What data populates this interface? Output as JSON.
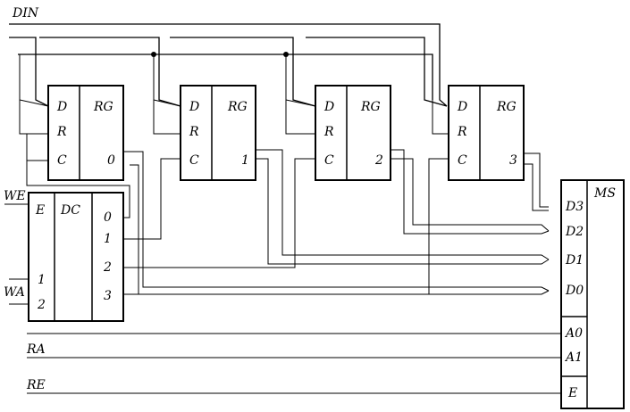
{
  "inputs": {
    "din": "DIN",
    "we": "WE",
    "wa": "WA",
    "ra": "RA",
    "re": "RE"
  },
  "registers": [
    {
      "pins": [
        "D",
        "R",
        "C"
      ],
      "name": "RG",
      "index": "0"
    },
    {
      "pins": [
        "D",
        "R",
        "C"
      ],
      "name": "RG",
      "index": "1"
    },
    {
      "pins": [
        "D",
        "R",
        "C"
      ],
      "name": "RG",
      "index": "2"
    },
    {
      "pins": [
        "D",
        "R",
        "C"
      ],
      "name": "RG",
      "index": "3"
    }
  ],
  "decoder": {
    "enable": "E",
    "name": "DC",
    "address_pins": [
      "1",
      "2"
    ],
    "outputs": [
      "0",
      "1",
      "2",
      "3"
    ]
  },
  "multiplexer": {
    "name": "MS",
    "data_pins": [
      "D3",
      "D2",
      "D1",
      "D0"
    ],
    "address_pins": [
      "A0",
      "A1"
    ],
    "enable": "E"
  }
}
